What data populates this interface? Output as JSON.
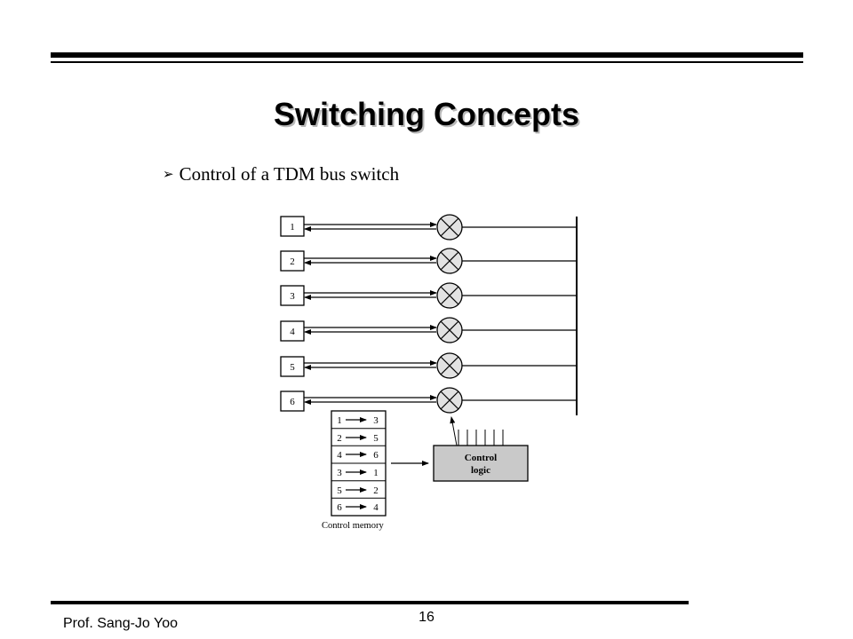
{
  "slide": {
    "title": "Switching Concepts",
    "bullet": "Control of a TDM bus switch",
    "bullet_marker_icon": "arrowhead-bullet-icon",
    "footer_author": "Prof. Sang-Jo Yoo",
    "page_number": "16"
  },
  "diagram": {
    "stations": [
      "1",
      "2",
      "3",
      "4",
      "5",
      "6"
    ],
    "control_memory": {
      "entries": [
        {
          "from": "1",
          "to": "3"
        },
        {
          "from": "2",
          "to": "5"
        },
        {
          "from": "4",
          "to": "6"
        },
        {
          "from": "3",
          "to": "1"
        },
        {
          "from": "5",
          "to": "2"
        },
        {
          "from": "6",
          "to": "4"
        }
      ],
      "caption": "Control memory"
    },
    "control_logic": {
      "line1": "Control",
      "line2": "logic"
    }
  }
}
